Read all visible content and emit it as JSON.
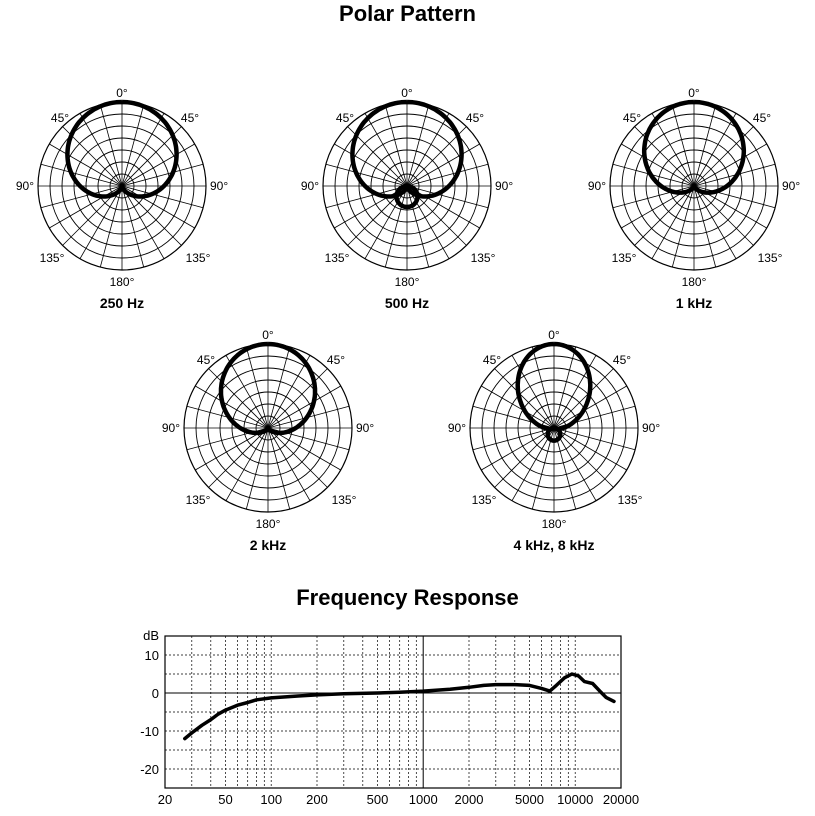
{
  "headings": {
    "polar": "Polar Pattern",
    "frequency": "Frequency Response"
  },
  "angle_labels": [
    "0°",
    "45°",
    "45°",
    "90°",
    "90°",
    "135°",
    "135°",
    "180°"
  ],
  "chart_data": [
    {
      "type": "polar",
      "title": "Polar Pattern",
      "charts": [
        {
          "label": "250 Hz",
          "pattern": "cardioid",
          "rear_lobe": 0
        },
        {
          "label": "500 Hz",
          "pattern": "cardioid",
          "rear_lobe": 0.25
        },
        {
          "label": "1 kHz",
          "pattern": "supercardioid-narrow",
          "rear_lobe": 0
        },
        {
          "label": "2 kHz",
          "pattern": "cardioid-narrow",
          "rear_lobe": 0
        },
        {
          "label": "4 kHz, 8 kHz",
          "pattern": "narrow-lobe",
          "rear_lobe": 0.15
        }
      ]
    },
    {
      "type": "line",
      "title": "Frequency Response",
      "ylabel": "dB",
      "xscale": "log",
      "xlim": [
        20,
        20000
      ],
      "ylim": [
        -25,
        15
      ],
      "x_ticks": [
        "20",
        "50",
        "100",
        "200",
        "500",
        "1000",
        "2000",
        "5000",
        "10000",
        "20000"
      ],
      "y_ticks": [
        "10",
        "0",
        "-10",
        "-20"
      ],
      "grid": true,
      "x": [
        27,
        30,
        35,
        40,
        45,
        50,
        60,
        70,
        80,
        100,
        150,
        200,
        300,
        500,
        700,
        1000,
        1500,
        2000,
        2500,
        3000,
        4000,
        5000,
        6000,
        6800,
        7500,
        8500,
        9500,
        10500,
        11500,
        13000,
        14500,
        16000,
        18000
      ],
      "y": [
        -12,
        -10.5,
        -8.5,
        -7,
        -5.5,
        -4.5,
        -3.2,
        -2.5,
        -1.8,
        -1.3,
        -0.8,
        -0.5,
        -0.2,
        0,
        0.2,
        0.5,
        1,
        1.5,
        2,
        2.2,
        2.2,
        2,
        1.2,
        0.5,
        2,
        4,
        5,
        4.5,
        3,
        2.5,
        0.5,
        -1.2,
        -2.2
      ]
    }
  ]
}
